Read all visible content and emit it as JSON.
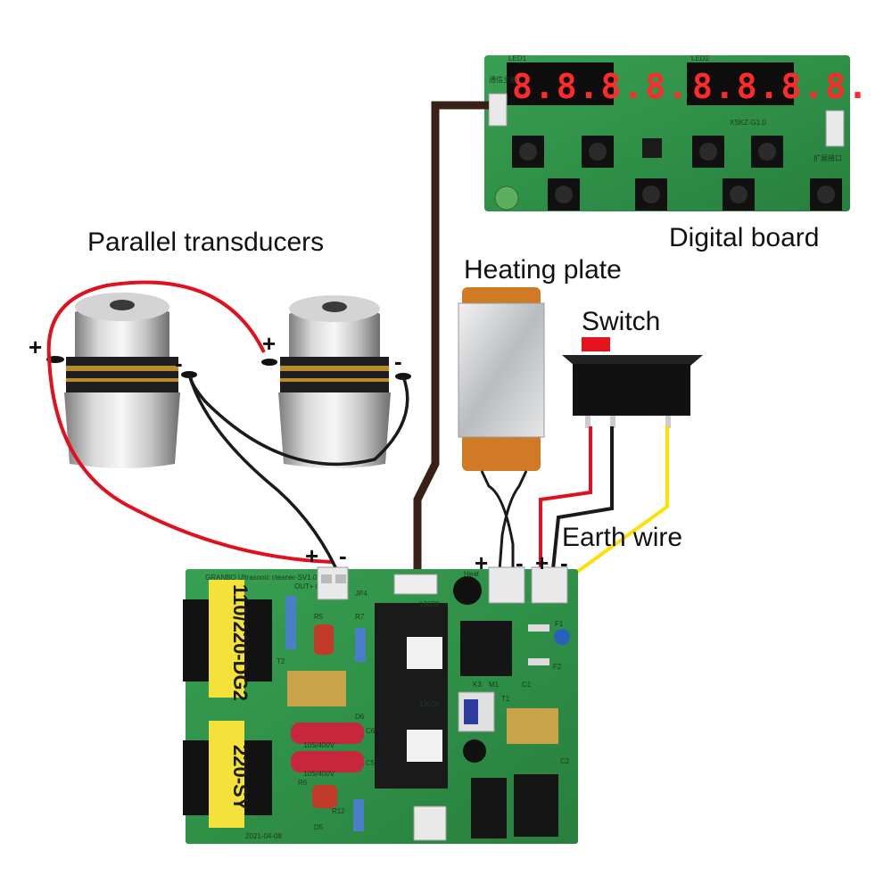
{
  "labels": {
    "parallel_transducers": "Parallel transducers",
    "digital_board": "Digital board",
    "heating_plate": "Heating plate",
    "switch": "Switch",
    "earth_wire": "Earth wire"
  },
  "signs": {
    "t1_plus": "+",
    "t1_minus": "-",
    "t2_plus": "+",
    "t2_minus": "-",
    "out_plus": "+",
    "out_minus": "-",
    "heat_plus": "+",
    "heat_minus": "-",
    "power_plus": "+",
    "power_minus": "-"
  },
  "digital_board": {
    "display_left": "8.8.8.8.",
    "display_right": "8.8.8.8.",
    "model": "XSKZ-G1.0",
    "led1": "LED1",
    "led2": "LED2",
    "connector_left": "通信主板",
    "connector_right": "扩展接口"
  },
  "main_board": {
    "header": "GRANBO Ultrasonic cleaner-SV1.0",
    "date": "2021-04-08",
    "transformer_top": "110/220-DG2",
    "transformer_bottom": "220-SY",
    "out_label": "OUT+ OUT-",
    "jp4": "JP4",
    "heat_label": "Heat",
    "cap_rating_1": "10S/400V",
    "cap_rating_2": "10S/400V",
    "transistor_1": "13009",
    "transistor_2": "13009",
    "ref_c1": "C1",
    "ref_c2": "C2",
    "ref_c5": "C5",
    "ref_c6": "C6",
    "ref_d5": "D5",
    "ref_d6": "D6",
    "ref_r5": "R5",
    "ref_r7": "R7",
    "ref_r6": "R6",
    "ref_r12": "R12",
    "ref_t1": "T1",
    "ref_t2": "T2",
    "ref_f1": "F1",
    "ref_f2": "F2",
    "ref_k3": "K3",
    "ref_m1": "M1"
  },
  "colors": {
    "pcb_green": "#2e8b45",
    "pcb_dark": "#1f6a33",
    "wire_red": "#e0101e",
    "wire_black": "#1a1a1a",
    "wire_yellow": "#ffe000",
    "wire_brown": "#3a2117",
    "coil_yellow": "#f4e23a",
    "heater_orange": "#d07a26",
    "segment_red": "#ff2a2a"
  }
}
